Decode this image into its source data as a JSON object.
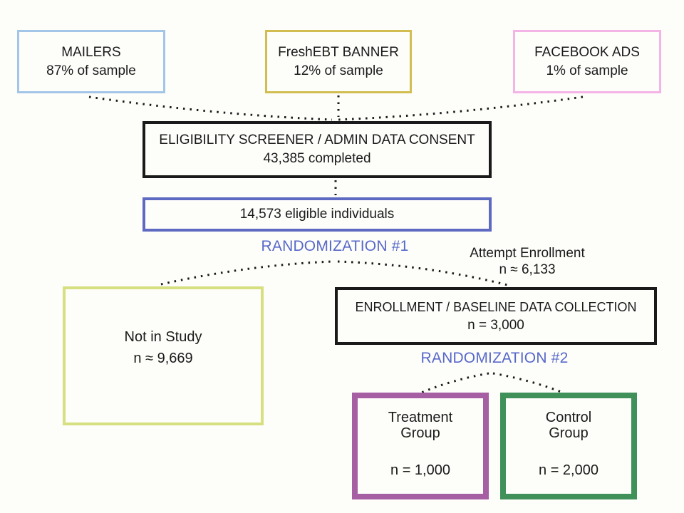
{
  "colors": {
    "mailers_border": "#A3C6E8",
    "freshebt_border": "#D2BE50",
    "facebook_border": "#F4B4E6",
    "black_border": "#1A1A1A",
    "eligible_border": "#5E6AC2",
    "randomization_text": "#5768C9",
    "not_in_study_border": "#D6E080",
    "treatment_border": "#A75FA4",
    "control_border": "#3F9059"
  },
  "sources": [
    {
      "title": "MAILERS",
      "subtitle": "87% of sample"
    },
    {
      "title": "FreshEBT BANNER",
      "subtitle": "12% of sample"
    },
    {
      "title": "FACEBOOK ADS",
      "subtitle": "1% of sample"
    }
  ],
  "screener": {
    "title": "ELIGIBILITY SCREENER / ADMIN DATA CONSENT",
    "subtitle": "43,385 completed"
  },
  "eligible": {
    "label": "14,573 eligible individuals"
  },
  "randomization1": {
    "label": "RANDOMIZATION #1"
  },
  "attempt_enrollment": {
    "line1": "Attempt Enrollment",
    "line2": "n ≈ 6,133"
  },
  "not_in_study": {
    "line1": "Not in Study",
    "line2": "n ≈ 9,669"
  },
  "enrollment": {
    "title": "ENROLLMENT / BASELINE DATA COLLECTION",
    "subtitle": "n = 3,000"
  },
  "randomization2": {
    "label": "RANDOMIZATION #2"
  },
  "treatment_group": {
    "name_line1": "Treatment",
    "name_line2": "Group",
    "count": "n = 1,000"
  },
  "control_group": {
    "name_line1": "Control",
    "name_line2": "Group",
    "count": "n = 2,000"
  }
}
